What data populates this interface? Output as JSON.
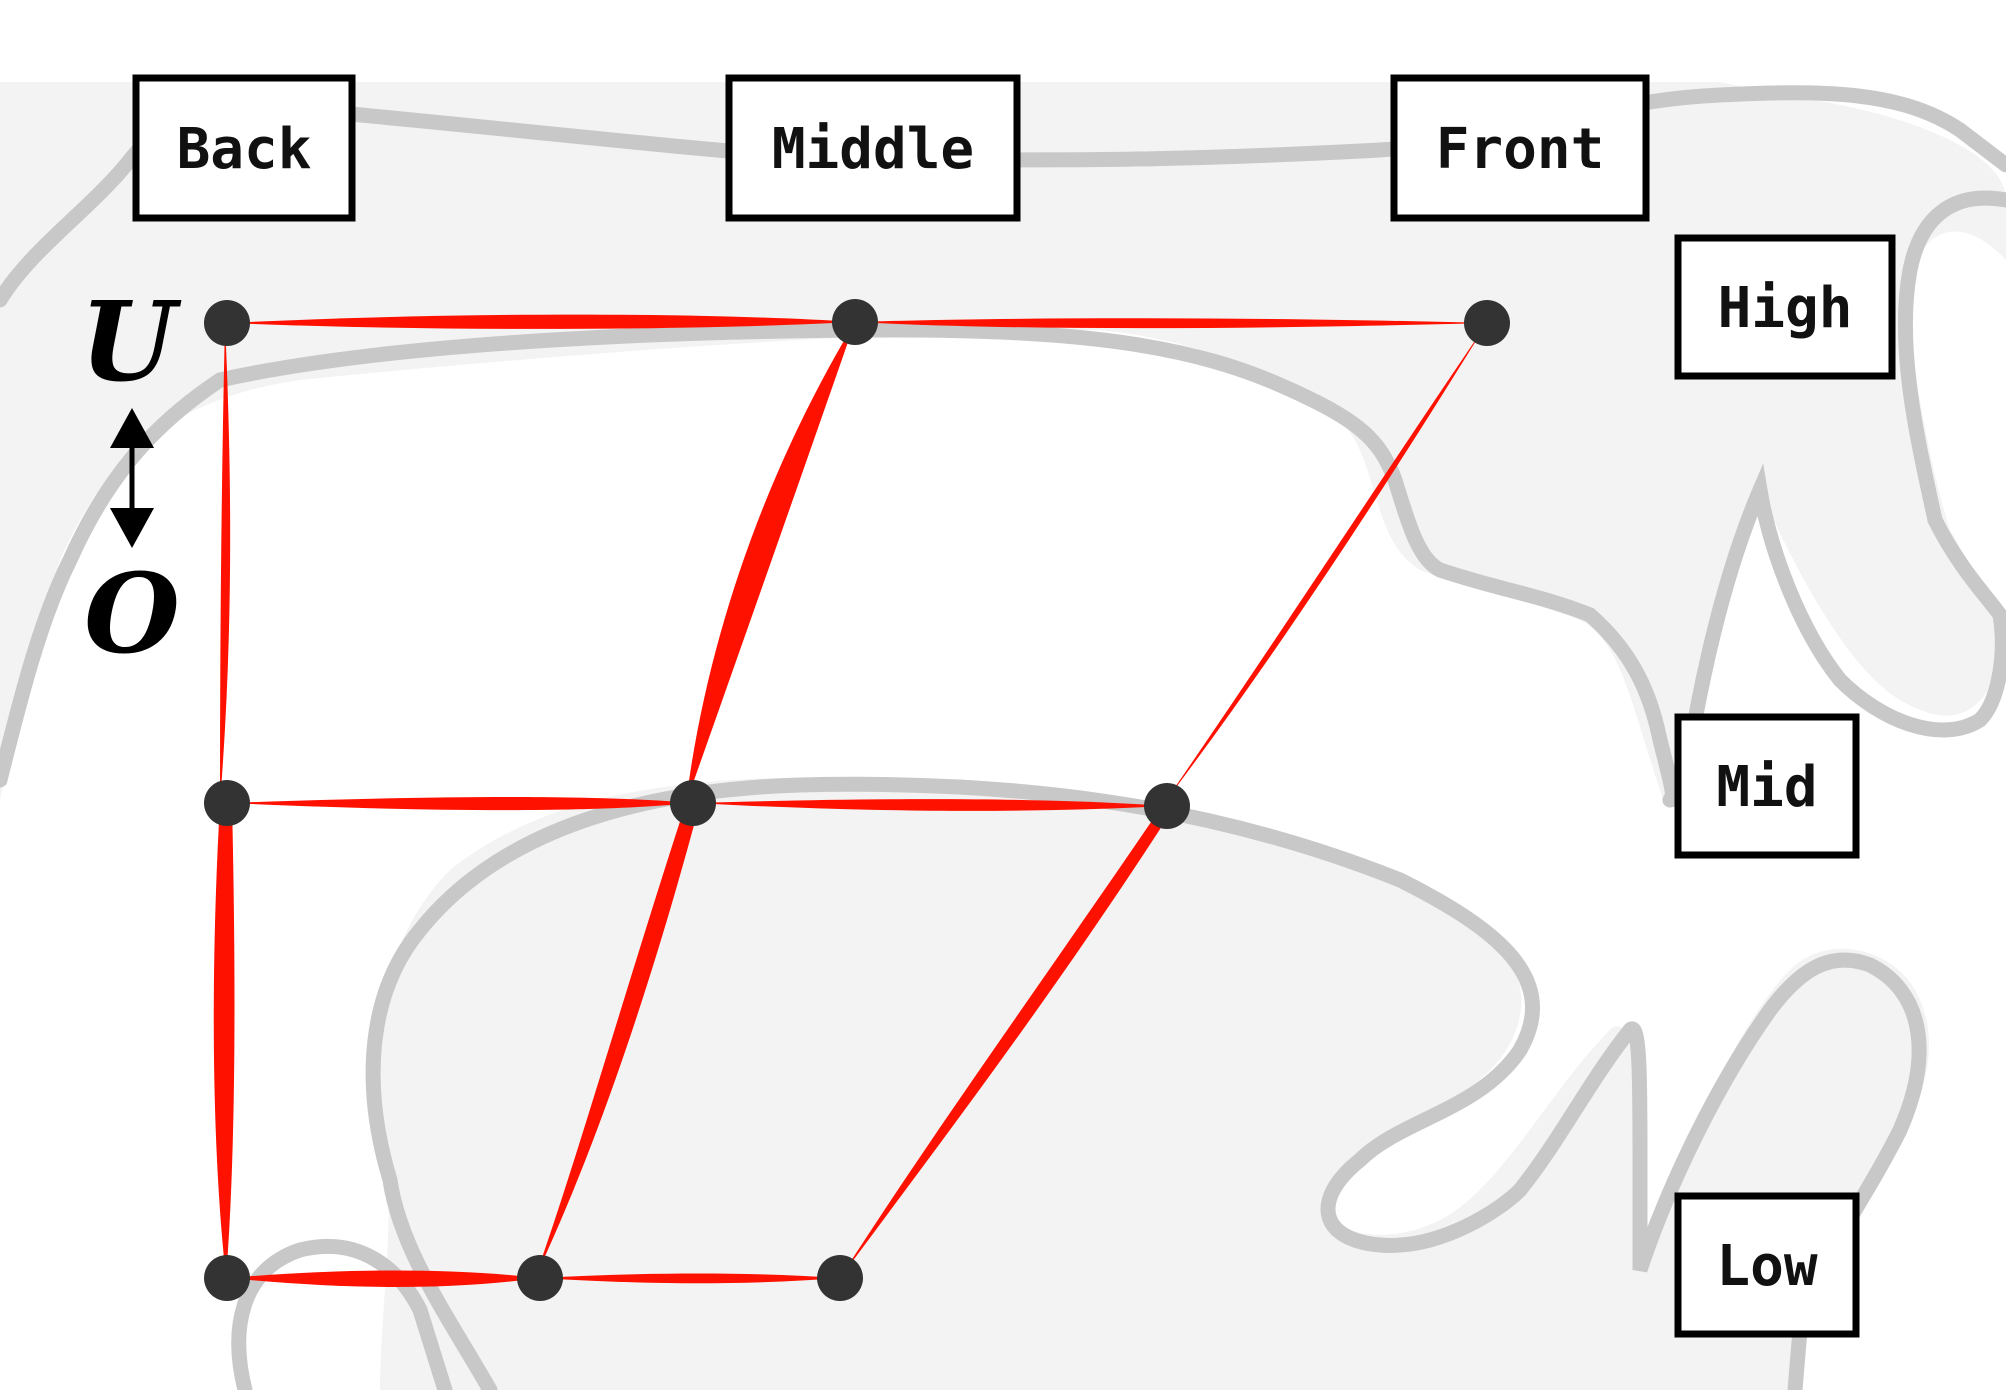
{
  "diagram": {
    "column_labels": {
      "back": "Back",
      "middle": "Middle",
      "front": "Front"
    },
    "row_labels": {
      "high": "High",
      "mid": "Mid",
      "low": "Low"
    },
    "axis": {
      "top_letter": "U",
      "bottom_letter": "O"
    },
    "colors": {
      "edge": "#ff1100",
      "node": "#333333",
      "blob_fill": "#f3f3f3",
      "blob_stroke": "#c8c8c8",
      "label_border": "#000000"
    }
  }
}
